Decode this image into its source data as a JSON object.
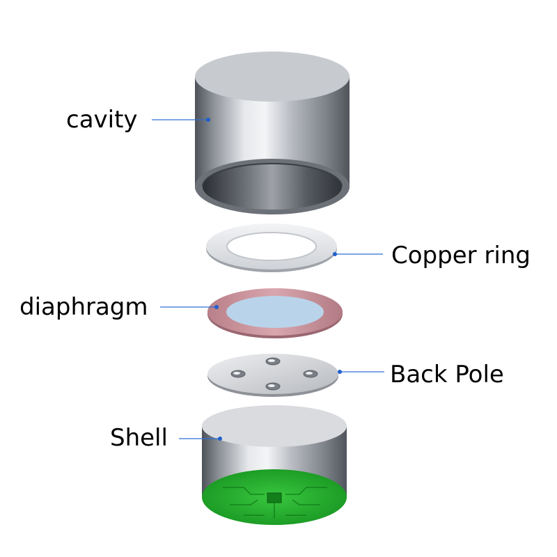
{
  "labels": {
    "cavity": "cavity",
    "copper_ring": "Copper ring",
    "diaphragm": "diaphragm",
    "back_pole": "Back Pole",
    "shell": "Shell"
  },
  "colors": {
    "leader_line": "#2f6fd6",
    "leader_dot": "#1f5fcf",
    "metal_light": "#e9ebee",
    "metal_mid": "#a9adb4",
    "metal_dark": "#5a5e66",
    "diaphragm_rim": "#c48a95",
    "diaphragm_center": "#b9d4ea",
    "pcb_green": "#22b02a"
  }
}
